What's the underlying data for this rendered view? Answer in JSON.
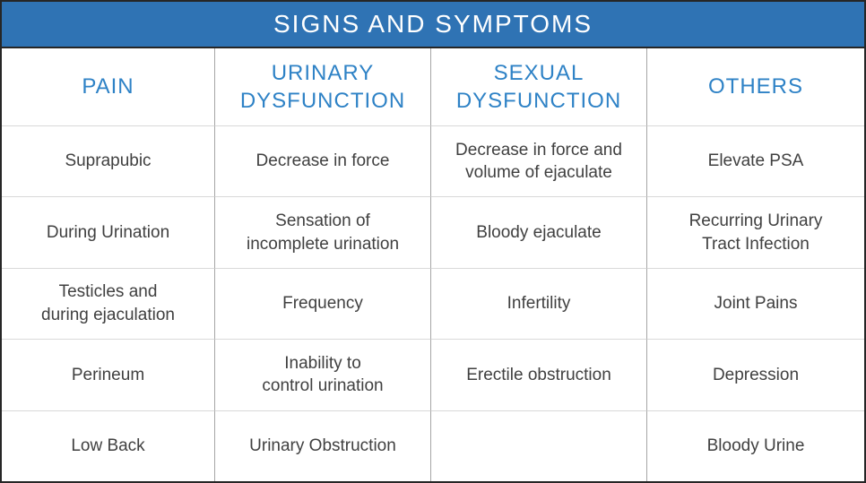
{
  "title": "SIGNS AND SYMPTOMS",
  "table": {
    "columns": [
      "PAIN",
      "URINARY\nDYSFUNCTION",
      "SEXUAL\nDYSFUNCTION",
      "OTHERS"
    ],
    "rows": [
      [
        "Suprapubic",
        "Decrease in force",
        "Decrease in force and\nvolume of ejaculate",
        "Elevate PSA"
      ],
      [
        "During Urination",
        "Sensation of\nincomplete urination",
        "Bloody ejaculate",
        "Recurring Urinary\nTract Infection"
      ],
      [
        "Testicles and\nduring ejaculation",
        "Frequency",
        "Infertility",
        "Joint Pains"
      ],
      [
        "Perineum",
        "Inability to\ncontrol urination",
        "Erectile obstruction",
        "Depression"
      ],
      [
        "Low Back",
        "Urinary Obstruction",
        "",
        "Bloody Urine"
      ]
    ]
  },
  "colors": {
    "title_bg": "#2F73B4",
    "title_text": "#FFFFFF",
    "header_text": "#2E82C6",
    "body_text": "#404040",
    "outer_border": "#262626",
    "column_line": "#A6A6A6",
    "row_line": "#D9D9D9"
  }
}
